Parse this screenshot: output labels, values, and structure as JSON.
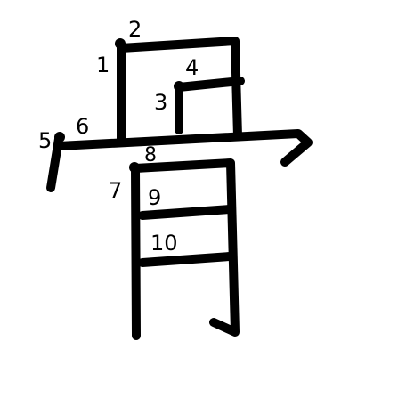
{
  "character": "骨",
  "stroke_color": "#000000",
  "background_color": "#ffffff",
  "stroke_numbers": [
    "1",
    "2",
    "3",
    "4",
    "5",
    "6",
    "7",
    "8",
    "9",
    "10"
  ]
}
